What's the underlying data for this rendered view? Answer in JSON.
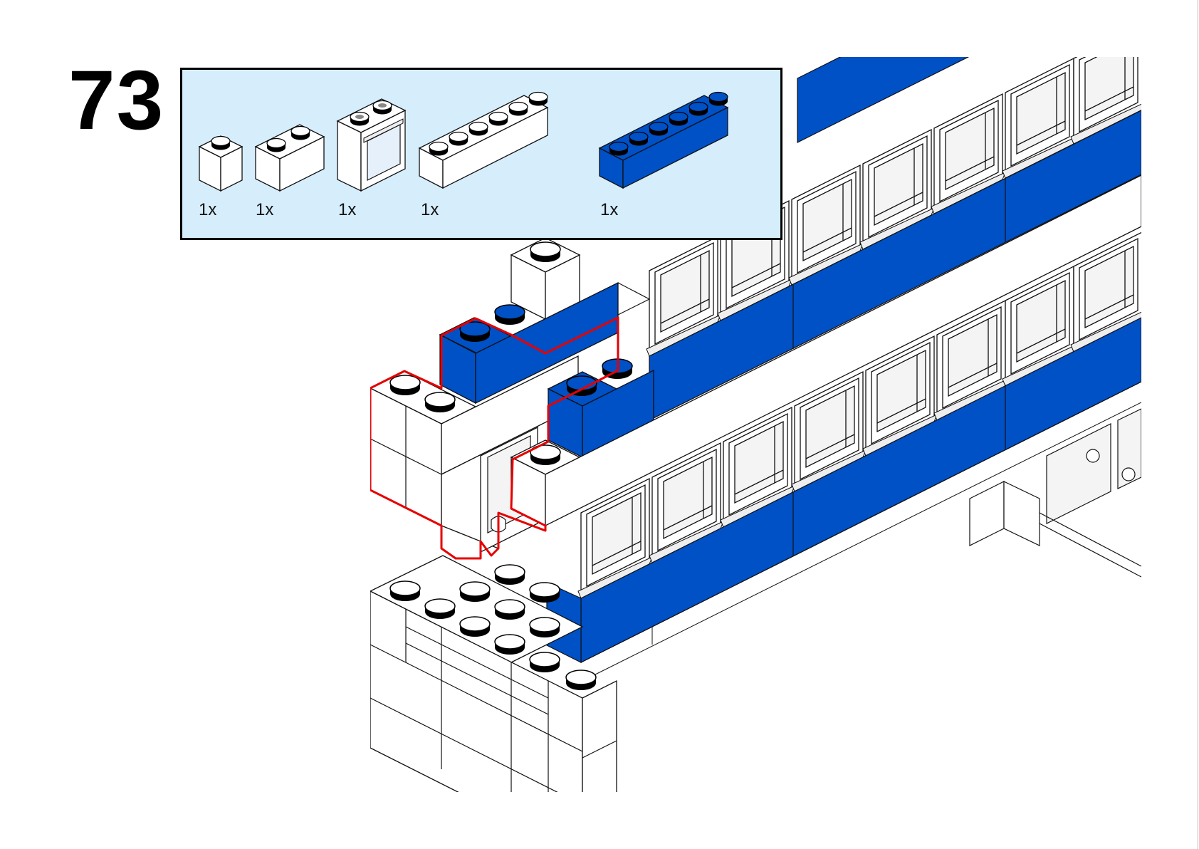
{
  "page": {
    "type": "building-instructions",
    "step_number": "73"
  },
  "colors": {
    "brick_blue": "#0050c6",
    "callout_background": "#d6edfc",
    "new_part_highlight": "#e60000",
    "outline": "#111111",
    "window_glass": "#f4f4f4"
  },
  "parts_list": {
    "items": [
      {
        "part": "Brick 1 x 1",
        "color": "white",
        "quantity": "1x"
      },
      {
        "part": "Brick 1 x 2",
        "color": "white",
        "quantity": "1x"
      },
      {
        "part": "Window 1 x 2 x 2",
        "color": "white",
        "quantity": "1x"
      },
      {
        "part": "Brick 1 x 6",
        "color": "white",
        "quantity": "1x"
      },
      {
        "part": "Brick 1 x 6",
        "color": "blue",
        "quantity": "1x"
      }
    ]
  },
  "model": {
    "highlighted_new_parts": "red outline",
    "description": "Building facade corner with rows of windows and blue stripe bricks"
  }
}
